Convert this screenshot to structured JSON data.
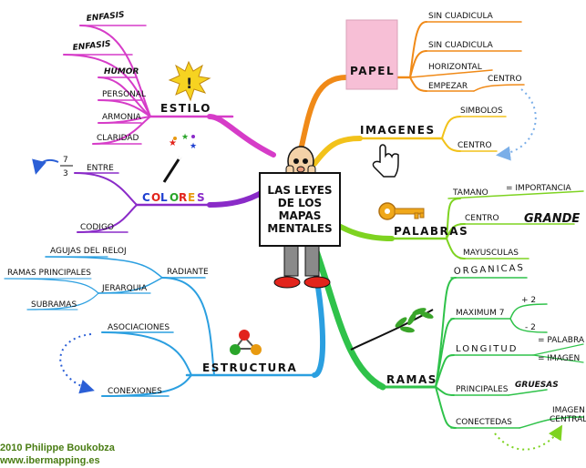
{
  "center": {
    "lines": [
      "LAS LEYES",
      "DE LOS",
      "MAPAS",
      "MENTALES"
    ]
  },
  "branches": {
    "estilo": {
      "label": "ESTILO",
      "color": "#d63cc8",
      "children": [
        "ENFASIS",
        "ENFASIS",
        "HUMOR",
        "PERSONAL",
        "ARMONIA",
        "CLARIDAD"
      ]
    },
    "colores": {
      "label_letters": [
        "C",
        "O",
        "L",
        "O",
        "R",
        "E",
        "S"
      ],
      "letter_colors": [
        "#1e3fd0",
        "#e2241c",
        "#1e3fd0",
        "#2aa52a",
        "#e2241c",
        "#e89a10",
        "#8a2bc8"
      ],
      "color": "#8a2bc8",
      "entre": "ENTRE",
      "entre_values": [
        "7",
        "3"
      ],
      "codigo": "CODIGO"
    },
    "estructura": {
      "label": "ESTRUCTURA",
      "color": "#2b9fe0",
      "radiante": "RADIANTE",
      "radiante_children": [
        "AGUJAS DEL RELOJ",
        "JERARQUIA"
      ],
      "jerarquia_children": [
        "RAMAS PRINCIPALES",
        "SUBRAMAS"
      ],
      "asociaciones": "ASOCIACIONES",
      "conexiones": "CONEXIONES"
    },
    "papel": {
      "label": "PAPEL",
      "color": "#f08a18",
      "children": [
        "SIN CUADICULA",
        "SIN CUADICULA",
        "HORIZONTAL",
        "EMPEZAR"
      ],
      "centro": "CENTRO"
    },
    "imagenes": {
      "label": "IMAGENES",
      "color": "#f2c21a",
      "children": [
        "SIMBOLOS",
        "CENTRO"
      ]
    },
    "palabras": {
      "label": "PALABRAS",
      "color": "#7ed321",
      "tamano": "TAMANO",
      "importancia": "= IMPORTANCIA",
      "centro": "CENTRO",
      "grande": "GRANDE",
      "mayusculas": "MAYUSCULAS"
    },
    "ramas": {
      "label": "RAMAS",
      "color": "#2fc24a",
      "organicas": "ORGANICAS",
      "maximum": "MAXIMUM 7",
      "plus2": "+ 2",
      "minus2": "- 2",
      "longitud": "LONGITUD",
      "palabra": "= PALABRA",
      "imagen": "= IMAGEN",
      "principales": "PRINCIPALES",
      "gruesas": "GRUESAS",
      "conectedas": "CONECTEDAS",
      "imagen_central": [
        "IMAGEN",
        "CENTRAL"
      ]
    }
  },
  "credits": {
    "line1": "2010 Philippe Boukobza",
    "line2": "www.ibermapping.es"
  }
}
